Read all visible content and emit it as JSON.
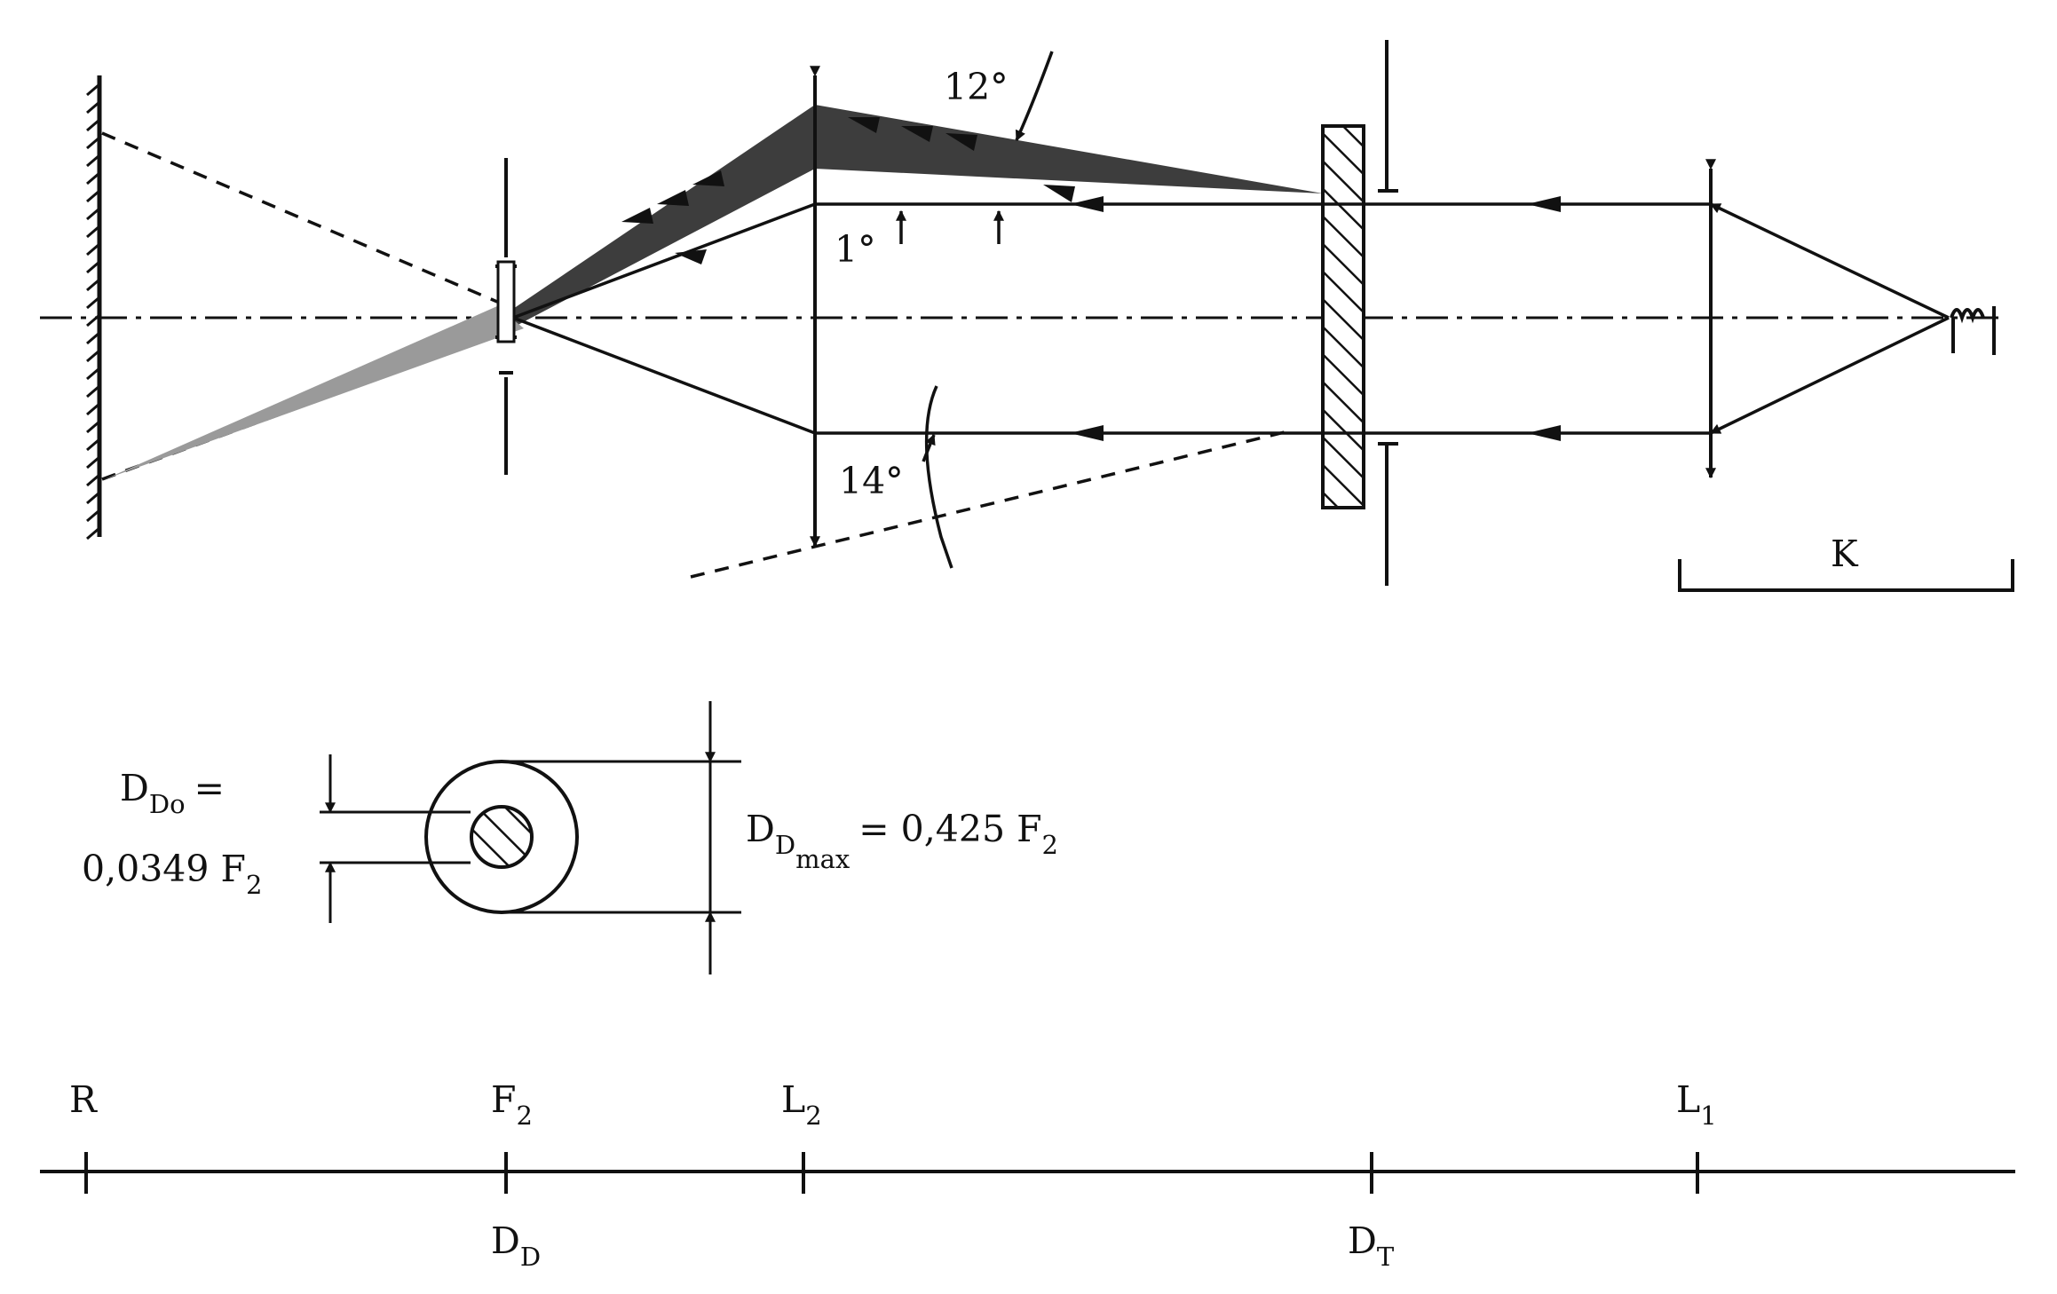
{
  "diagram": {
    "angles": {
      "upper_out": "12°",
      "upper_in": "1°",
      "lower": "14°"
    },
    "lamp_housing": "K",
    "aperture": {
      "inner_main": "D",
      "inner_sub": "Do",
      "inner_eq": "=",
      "inner_value": "0,0349 F",
      "inner_value_sub": "2",
      "outer_main": "D",
      "outer_sub": "D",
      "outer_subsub": "max",
      "outer_value": "= 0,425 F",
      "outer_value_sub": "2"
    },
    "axis_top": [
      {
        "main": "R",
        "sub": ""
      },
      {
        "main": "F",
        "sub": "2"
      },
      {
        "main": "L",
        "sub": "2"
      },
      {
        "main": "L",
        "sub": "1"
      }
    ],
    "axis_bottom": [
      {
        "main": "D",
        "sub": "D"
      },
      {
        "main": "D",
        "sub": "T"
      }
    ]
  }
}
